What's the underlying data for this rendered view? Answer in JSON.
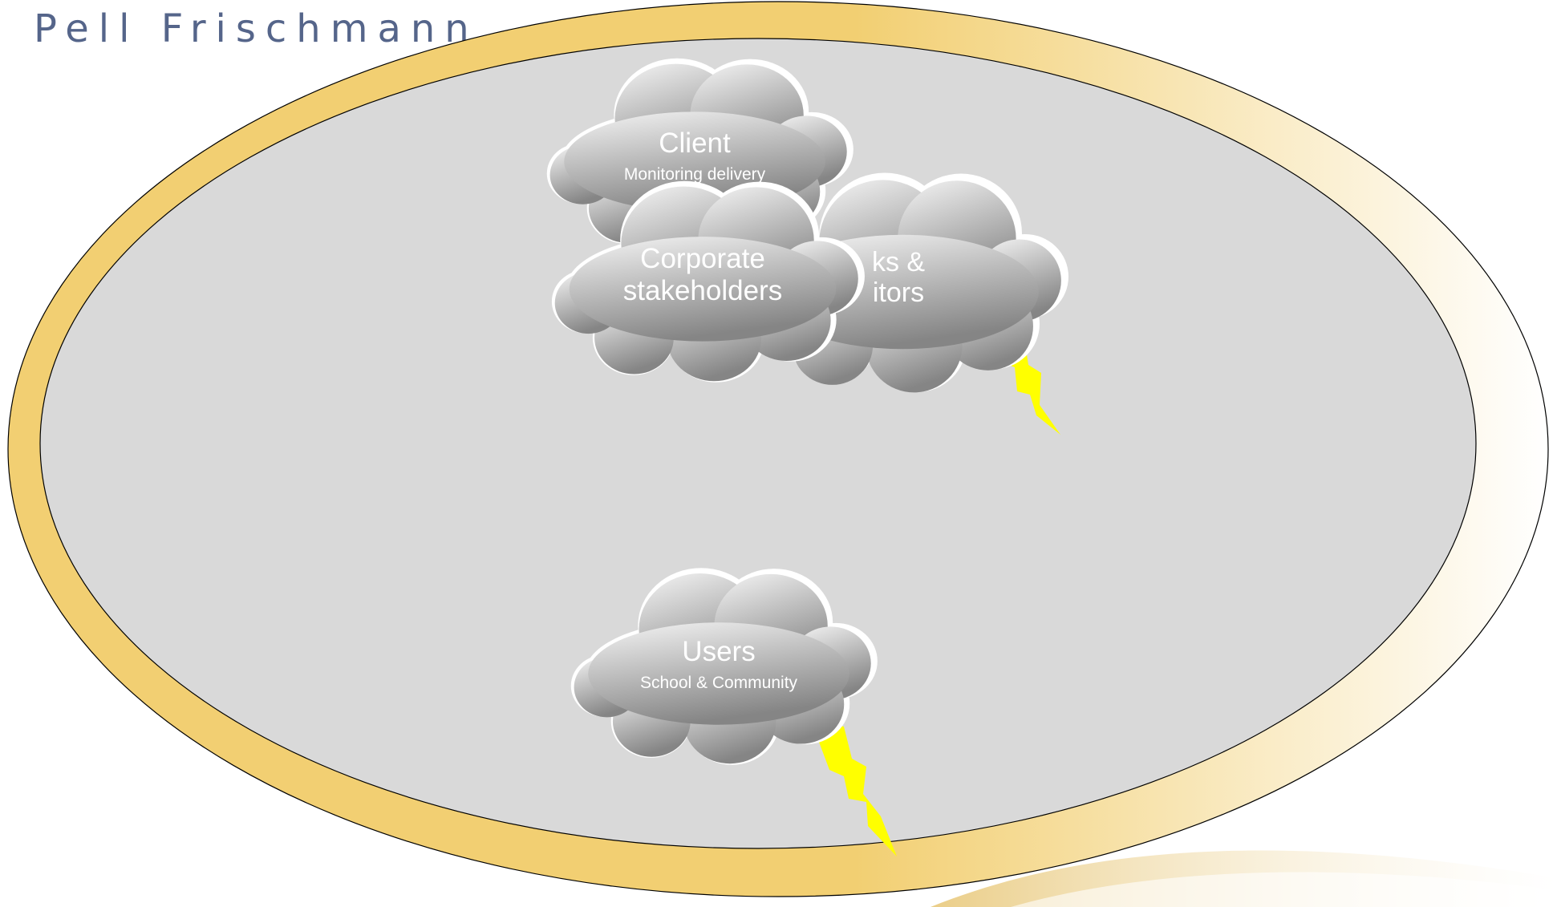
{
  "brand": "Pell Frischmann",
  "colors": {
    "ring_gold": "#F2CF72",
    "inner_grey": "#D9D9D9",
    "cloud_light": "#F5F5F5",
    "cloud_dark": "#858585",
    "lightning": "#FFFF00"
  },
  "clouds": {
    "client": {
      "title": "Client",
      "subtitle": "Monitoring delivery"
    },
    "banks": {
      "title_line1": "ks &",
      "title_line2": "itors"
    },
    "corporate": {
      "title_line1": "Corporate",
      "title_line2": "stakeholders"
    },
    "users": {
      "title": "Users",
      "subtitle": "School & Community"
    }
  }
}
